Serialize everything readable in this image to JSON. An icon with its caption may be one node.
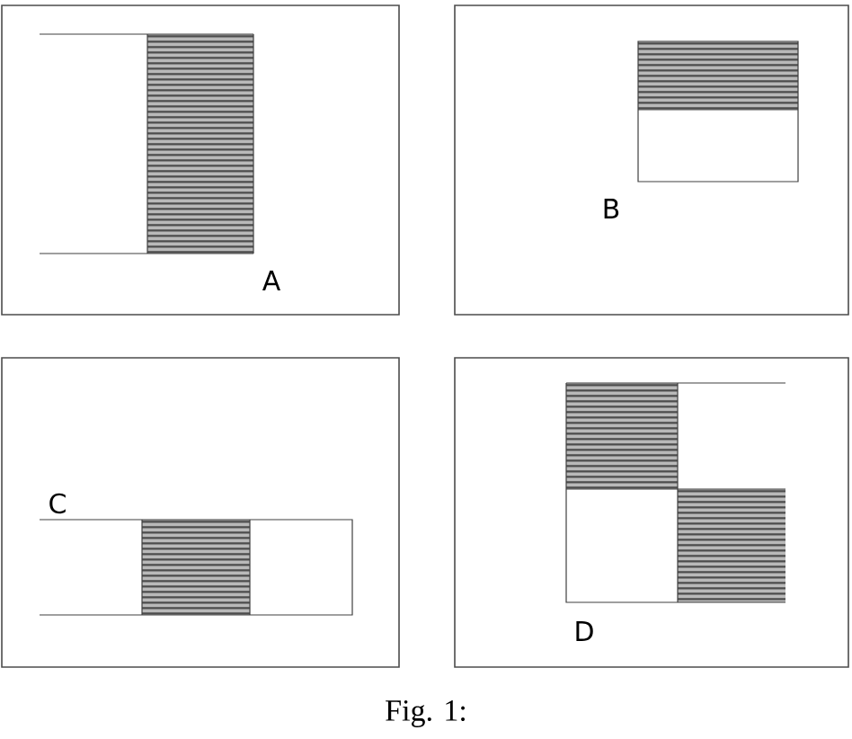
{
  "diagram": {
    "caption": "Fig. 1:",
    "labels": [
      "A",
      "B",
      "C",
      "D"
    ]
  }
}
